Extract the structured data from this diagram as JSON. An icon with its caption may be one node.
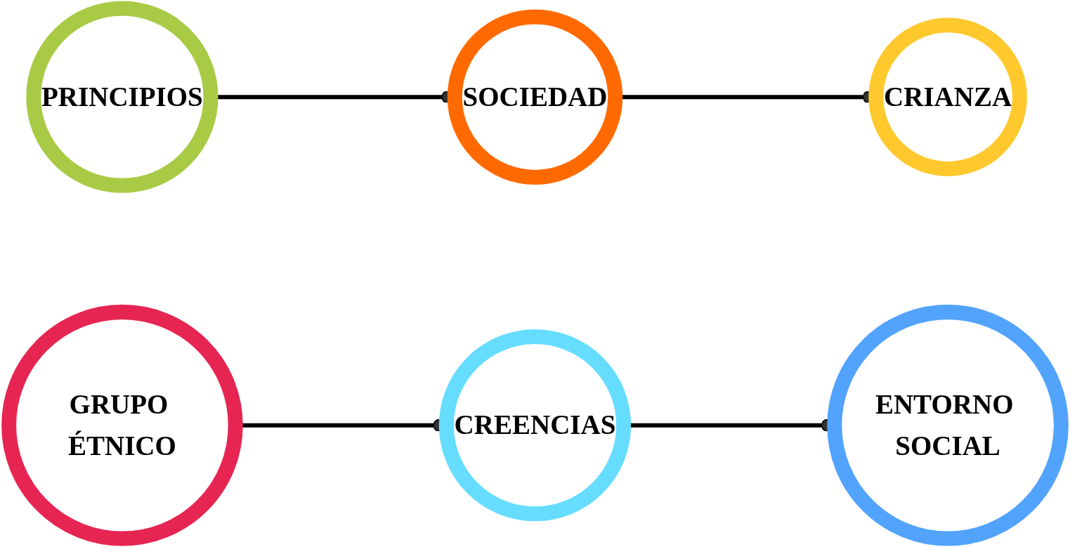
{
  "diagram": {
    "nodes": [
      {
        "text": [
          "PRINCIPIOS"
        ]
      },
      {
        "text": [
          "SOCIEDAD"
        ]
      },
      {
        "text": [
          "CRIANZA"
        ]
      },
      {
        "text": [
          "GRUPO ÉTNICO"
        ]
      },
      {
        "text": [
          "CREENCIAS"
        ]
      },
      {
        "text": [
          "ENTORNO SOCIAL"
        ]
      }
    ],
    "edges": [
      {
        "from": 0,
        "to": 1,
        "arrow": "other"
      },
      {
        "from": 1,
        "to": 2,
        "arrow": "other"
      },
      {
        "from": 3,
        "to": 4,
        "arrow": "other"
      },
      {
        "from": 4,
        "to": 5,
        "arrow": "other"
      }
    ]
  }
}
